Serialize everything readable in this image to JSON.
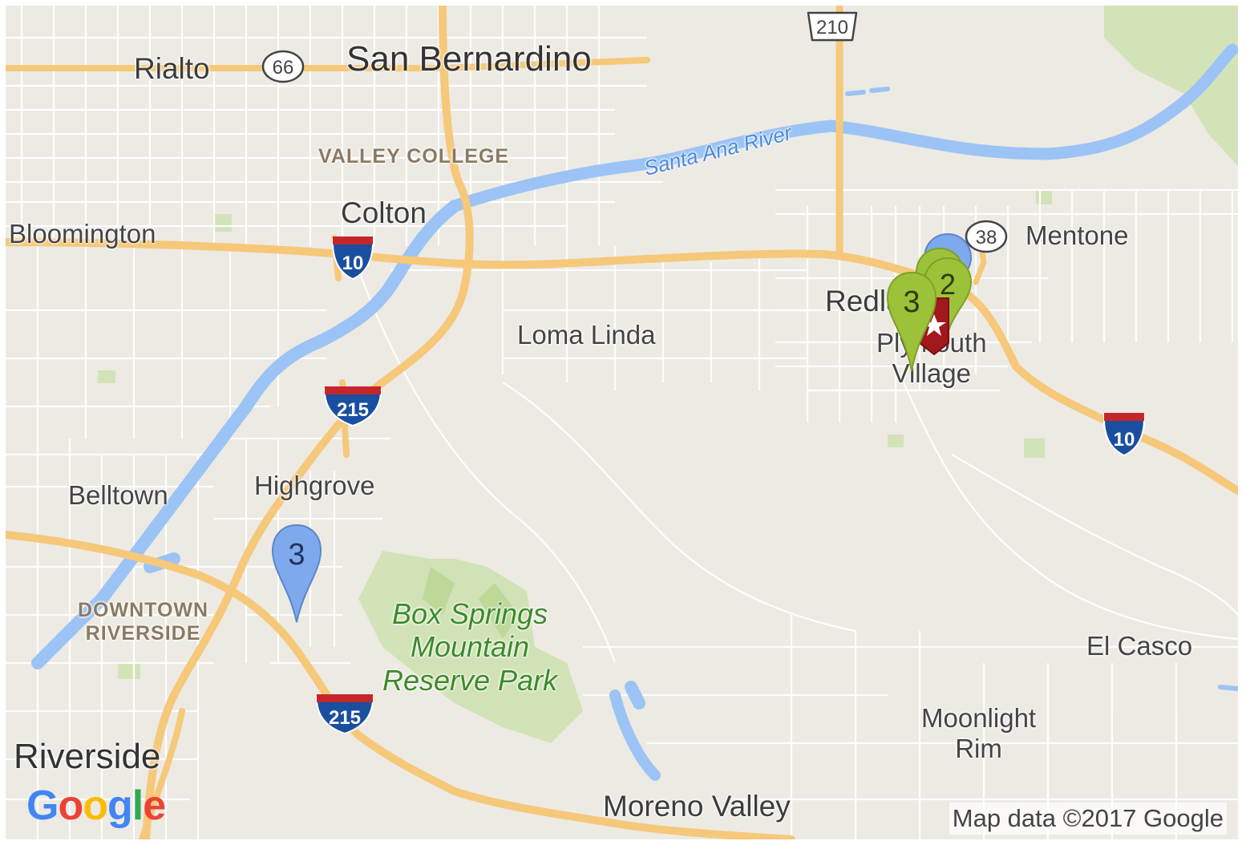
{
  "map": {
    "cities": {
      "rialto": "Rialto",
      "san_bernardino": "San Bernardino",
      "colton": "Colton",
      "bloomington": "Bloomington",
      "loma_linda": "Loma Linda",
      "mentone": "Mentone",
      "redlands": "Redlands",
      "plymouth_village": "Plymouth\nVillage",
      "belltown": "Belltown",
      "highgrove": "Highgrove",
      "riverside": "Riverside",
      "el_casco": "El Casco",
      "moonlight_rim": "Moonlight\nRim",
      "moreno_valley": "Moreno Valley"
    },
    "districts": {
      "valley_college": "VALLEY COLLEGE",
      "downtown_riverside": "DOWNTOWN\nRIVERSIDE"
    },
    "park": "Box Springs\nMountain\nReserve Park",
    "river": "Santa Ana River",
    "shields": {
      "i10_a": "10",
      "i10_b": "10",
      "i215_a": "215",
      "i215_b": "215",
      "rt66": "66",
      "rt38": "38",
      "rt210": "210"
    },
    "markers": {
      "blue_cluster_left": "3",
      "green_cluster_front": "3",
      "green_cluster_back": "2"
    },
    "attribution": "Map data ©2017 Google",
    "logo": [
      "G",
      "o",
      "o",
      "g",
      "l",
      "e"
    ],
    "colors": {
      "land": "#eceae3",
      "park": "#c8dfa8",
      "water": "#9cc3f5",
      "highway": "#f6c87a",
      "street": "#ffffff",
      "marker_blue": "#7ea9ec",
      "marker_green": "#9cc23a",
      "marker_red": "#a3181c"
    }
  }
}
